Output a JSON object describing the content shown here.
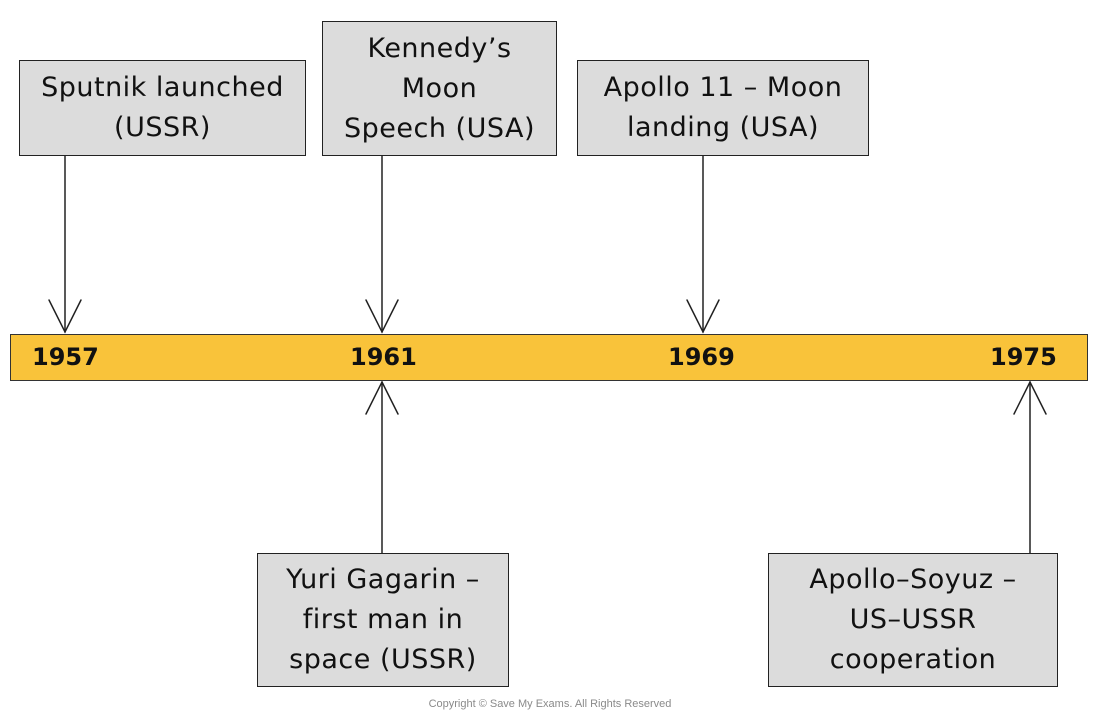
{
  "timeline": {
    "years": [
      "1957",
      "1961",
      "1969",
      "1975"
    ]
  },
  "events": {
    "sputnik": "Sputnik launched\n(USSR)",
    "kennedy": "Kennedy’s\nMoon\nSpeech (USA)",
    "apollo11": "Apollo 11 – Moon\nlanding (USA)",
    "gagarin": "Yuri Gagarin –\nfirst man in\nspace (USSR)",
    "soyuz": "Apollo–Soyuz –\nUS–USSR\ncooperation"
  },
  "copyright": "Copyright © Save My Exams. All Rights Reserved",
  "colors": {
    "bar": "#f9c33a",
    "box": "#dcdcdc",
    "line": "#222222"
  }
}
